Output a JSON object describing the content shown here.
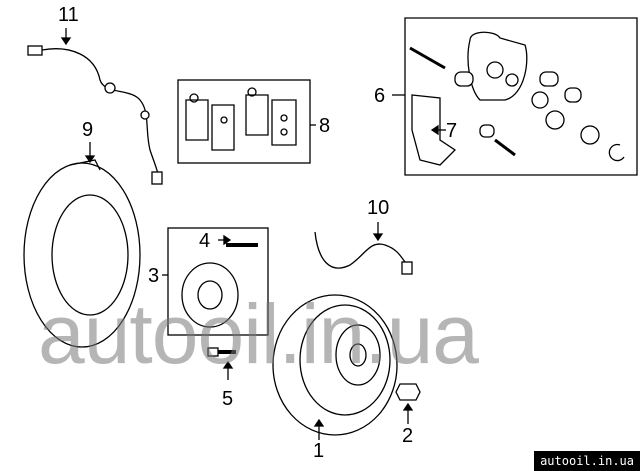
{
  "diagram": {
    "callouts": {
      "c1": "1",
      "c2": "2",
      "c3": "3",
      "c4": "4",
      "c5": "5",
      "c6": "6",
      "c7": "7",
      "c8": "8",
      "c9": "9",
      "c10": "10",
      "c11": "11"
    },
    "watermark": "autooil.in.ua",
    "site_badge": "autooil.in.ua"
  }
}
